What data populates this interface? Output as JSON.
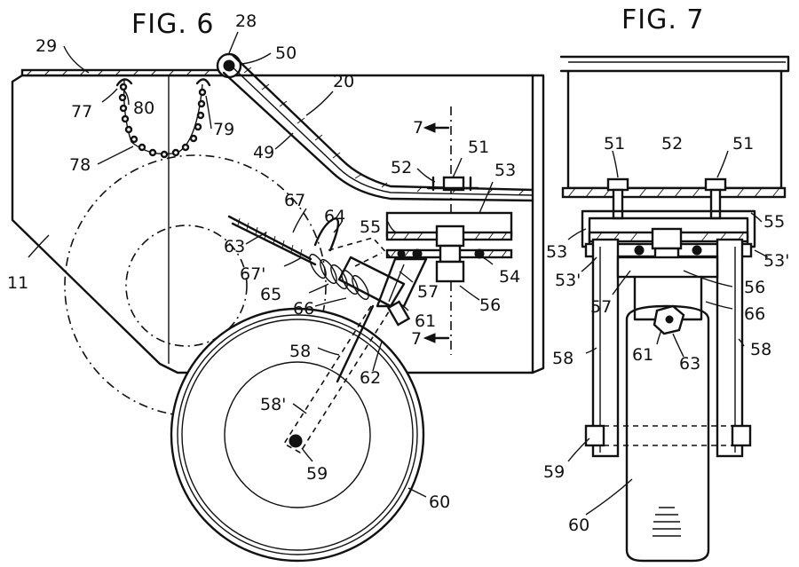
{
  "figures": [
    {
      "title": "FIG. 6"
    },
    {
      "title": "FIG. 7"
    }
  ],
  "fig6_labels": {
    "l29": "29",
    "l28": "28",
    "l50": "50",
    "l20": "20",
    "l77": "77",
    "l80": "80",
    "l79": "79",
    "l78": "78",
    "l49": "49",
    "l7a": "7",
    "l7b": "7",
    "l51": "51",
    "l52": "52",
    "l53": "53",
    "l67": "67",
    "l64": "64",
    "l55": "55",
    "l63": "63",
    "l67p": "67'",
    "l54": "54",
    "l11": "11",
    "l65": "65",
    "l57": "57",
    "l56": "56",
    "l66": "66",
    "l61": "61",
    "l58": "58",
    "l62": "62",
    "l58p": "58'",
    "l59": "59",
    "l60": "60"
  },
  "fig7_labels": {
    "l51a": "51",
    "l52": "52",
    "l51b": "51",
    "l55": "55",
    "l53": "53",
    "l53pa": "53'",
    "l53pb": "53'",
    "l57": "57",
    "l56": "56",
    "l66": "66",
    "l58a": "58",
    "l58b": "58",
    "l61": "61",
    "l63": "63",
    "l59": "59",
    "l60": "60"
  },
  "colors": {
    "ink": "#111111",
    "paper": "#ffffff"
  }
}
